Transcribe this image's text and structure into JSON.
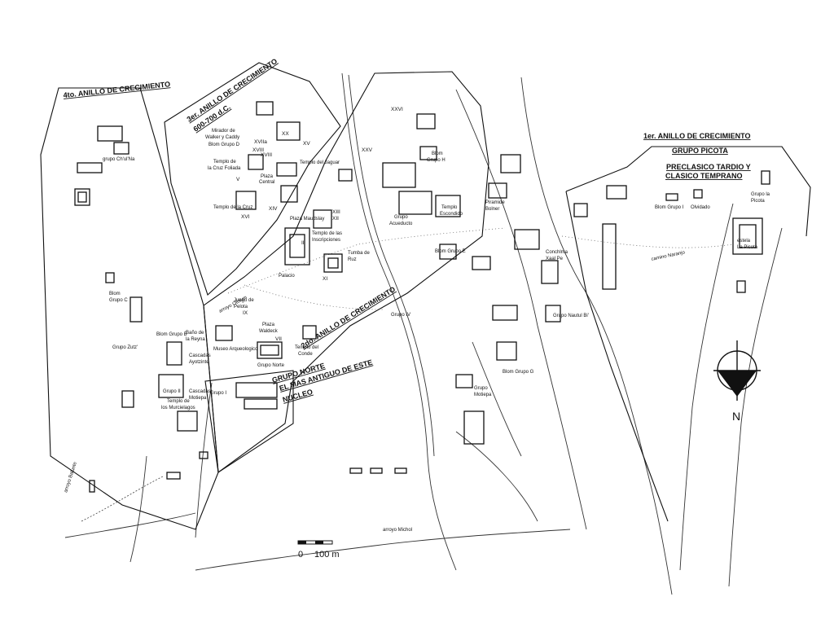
{
  "rings": {
    "first": {
      "title": "1er. ANILLO DE CRECIMIENTO",
      "group": "GRUPO PICOTA",
      "period_line1": "PRECLASICO TARDIO Y",
      "period_line2": "CLASICO TEMPRANO"
    },
    "second": {
      "title": "2do. ANILLO DE CRECIMIENTO"
    },
    "third": {
      "title": "3er. ANILLO DE CRECIMIENTO",
      "dates": "600-700 d.C."
    },
    "fourth": {
      "title": "4to. ANILLO DE CRECIMIENTO"
    },
    "north": {
      "line1": "GRUPO NORTE",
      "line2": "EL MAS ANTIGUO DE ESTE",
      "line3": "NUCLEO"
    }
  },
  "sites": {
    "grupo_cchulna": "grupo Ch'ul'Na",
    "mirador_line1": "Mirador de",
    "mirador_line2": "Walker y Caddy",
    "blom_d": "Blom Grupo D",
    "templo_cruz_foliada": "Templo de",
    "templo_cruz_foliada2": "la Cruz Foliada",
    "templo_cruz": "Templo de la Cruz",
    "plaza_central_line1": "Plaza",
    "plaza_central_line2": "Central",
    "templo_jaguar": "Templo del Jaguar",
    "plaza_maudslay": "Plaza Maudslay",
    "templo_inscripciones_line1": "Templo de las",
    "templo_inscripciones_line2": "Inscripciones",
    "palacio": "Palacio",
    "tumba_ruz_line1": "Tumba de",
    "tumba_ruz_line2": "Ruz",
    "juego_pelota_line1": "Juego de",
    "juego_pelota_line2": "Pelota",
    "plaza_waldeck_line1": "Plaza",
    "plaza_waldeck_line2": "Waldeck",
    "templo_conde_line1": "Templo del",
    "templo_conde_line2": "Conde",
    "museo": "Museo Arqueologico",
    "grupo_norte": "Grupo Norte",
    "blom_c_line1": "Blom",
    "blom_c_line2": "Grupo C",
    "blom_b": "Blom Grupo B",
    "bano_reina_line1": "Baño de",
    "bano_reina_line2": "la Reyna",
    "cascadas_line1": "Cascadas",
    "cascadas_line2": "Ayotzinte",
    "grupo_zutz": "Grupo Zutz'",
    "grupo_ii": "Grupo II",
    "templo_murcielagos_line1": "Templo de",
    "templo_murcielagos_line2": "los Murcielagos",
    "cascadas_motiepa_line1": "Cascadas",
    "cascadas_motiepa_line2": "Motiepa",
    "grupo_i": "Grupo I",
    "grupo_h": "Grupo H",
    "blom_grupo_h_line1": "Blom",
    "blom_grupo_h_line2": "Grupo H",
    "grupo_acueducto_line1": "Grupo",
    "grupo_acueducto_line2": "Acueducto",
    "templo_escondido_line1": "Templo",
    "templo_escondido_line2": "Escondido",
    "piramide_line1": "Piramide",
    "piramide_line2": "Bolner",
    "blom_grupo_e": "Blom Grupo E",
    "grupo_iv": "Grupo IV",
    "conchlma_line1": "Conchlma",
    "conchlma_line2": "Xaal Pe",
    "grupo_nautul": "Grupo Nautul Bi'",
    "blom_grupo_g": "Blom Grupo G",
    "grupo_motiepa_line1": "Grupo",
    "grupo_motiepa_line2": "Motiepa",
    "blom_grupo_i": "Blom Grupo I",
    "olvidado": "Olvidado",
    "grupo_la_picota_line1": "Grupo la",
    "grupo_la_picota_line2": "Picota",
    "estela_picota_line1": "estela",
    "estela_picota_line2": "La Picota",
    "arroyo_otolum": "arroyo Otolum",
    "arroyo_balunte": "arroyo Balunte",
    "arroyo_michol": "arroyo Michol",
    "camino_naranjo": "camino Naranjo"
  },
  "numerals": {
    "xvii_a": "XVIIa",
    "xviii": "XVIII",
    "xviii_b": "XVIII",
    "xx": "XX",
    "xxvi": "XXVI",
    "xxv": "XXV",
    "xii": "XII",
    "xiii": "XIII",
    "xi": "XI",
    "ix": "IX",
    "vii": "VII",
    "v": "V",
    "xvi": "XVI",
    "ii": "II",
    "xv": "XV",
    "xiv": "XIV"
  },
  "compass": {
    "north_label": "N",
    "icon": "north-arrow-icon"
  },
  "scale": {
    "start": "0",
    "end": "100 m"
  }
}
